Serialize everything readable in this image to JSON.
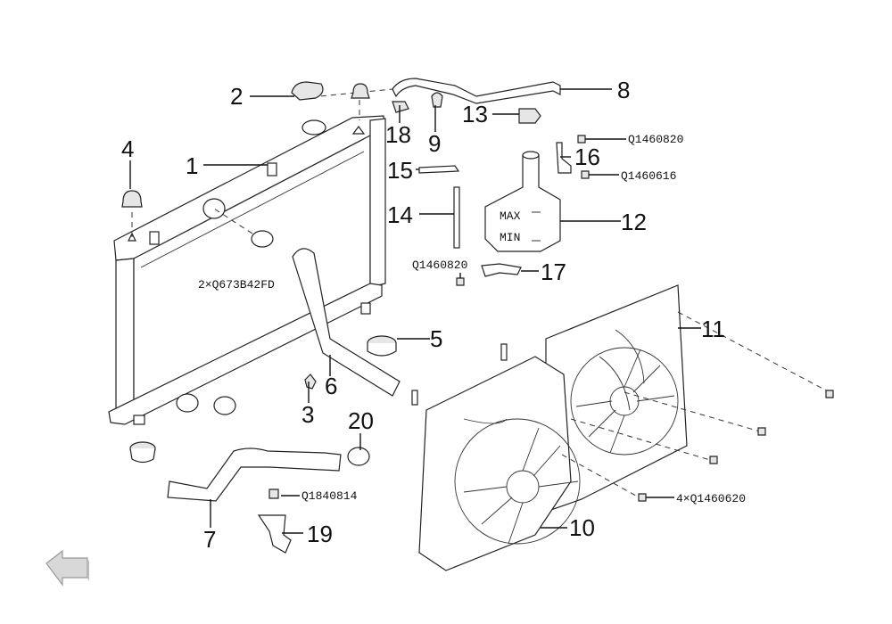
{
  "callouts": {
    "c1": "1",
    "c2": "2",
    "c3": "3",
    "c4": "4",
    "c5": "5",
    "c6": "6",
    "c7": "7",
    "c8": "8",
    "c9": "9",
    "c10": "10",
    "c11": "11",
    "c12": "12",
    "c13": "13",
    "c14": "14",
    "c15": "15",
    "c16": "16",
    "c17": "17",
    "c18": "18",
    "c19": "19",
    "c20": "20"
  },
  "fasteners": {
    "f_q673b42fd": "2×Q673B42FD",
    "f_q1460820_top": "Q1460820",
    "f_q1460616": "Q1460616",
    "f_q1460820_mid": "Q1460820",
    "f_q1840814": "Q1840814",
    "f_q1460620": "4×Q1460620"
  },
  "tank_marks": {
    "max": "MAX",
    "min": "MIN"
  },
  "navigation": {
    "back_icon": "back-arrow-icon"
  }
}
